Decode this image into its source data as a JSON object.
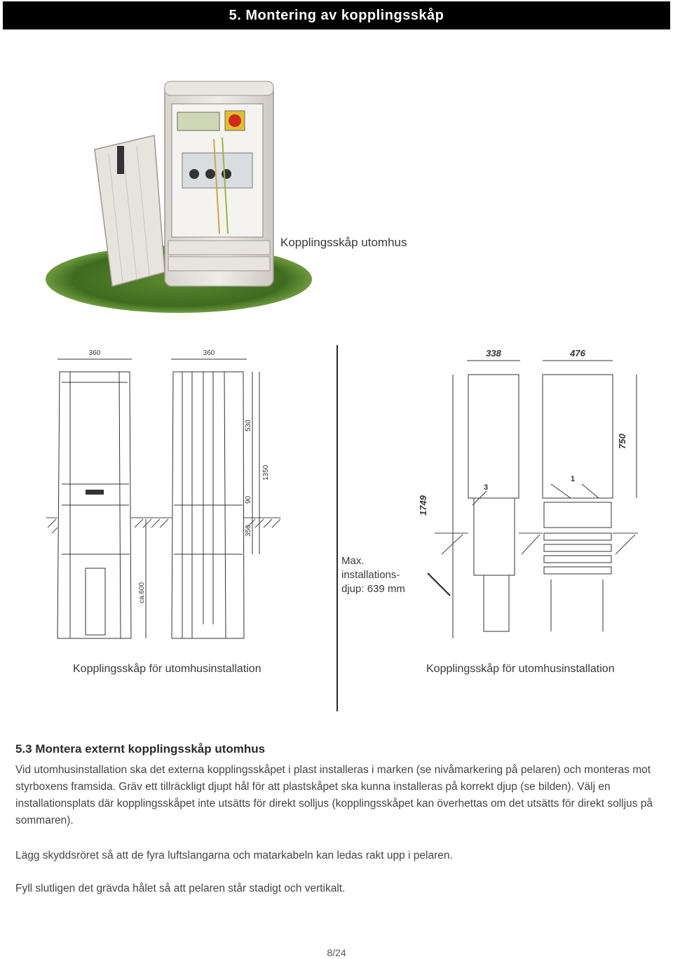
{
  "header": {
    "title": "5. Montering av kopplingsskåp"
  },
  "photo": {
    "caption": "Kopplingsskåp utomhus"
  },
  "drawing_left": {
    "dims": {
      "width_front": "360",
      "width_side": "360",
      "h_upper": "530",
      "h_total": "1350",
      "h_band": "90",
      "h_base": "350",
      "depth": "ca.600"
    },
    "caption": "Kopplingsskåp för utomhusinstallation"
  },
  "depth_note": {
    "text": "Max.\ninstallations-\ndjup: 639 mm"
  },
  "drawing_right": {
    "dims": {
      "width_side": "338",
      "width_front": "476",
      "h_upper": "750",
      "h_total": "1749",
      "label_1": "1",
      "label_3": "3"
    },
    "caption": "Kopplingsskåp för utomhusinstallation"
  },
  "section": {
    "heading": "5.3 Montera externt kopplingsskåp utomhus",
    "p1": "Vid utomhusinstallation ska det externa kopplingsskåpet i plast installeras i marken (se nivåmarkering på pelaren) och monteras mot styrboxens framsida. Gräv ett tillräckligt djupt hål för att plastskåpet ska kunna installeras på korrekt djup (se bilden). Välj en installationsplats där kopplingsskåpet inte utsätts för direkt solljus (kopplingsskåpet kan överhettas om det utsätts för direkt solljus på sommaren).",
    "p2": "Lägg skyddsröret så att de fyra luftslangarna och matarkabeln kan ledas rakt upp i pelaren.",
    "p3": "Fyll slutligen det grävda hålet så att pelaren står stadigt och vertikalt."
  },
  "footer": {
    "page": "8/24"
  },
  "colors": {
    "header_bg": "#000000",
    "header_text": "#ffffff",
    "grass": "#4f7a2a",
    "cabinet": "#e6e2dc"
  }
}
